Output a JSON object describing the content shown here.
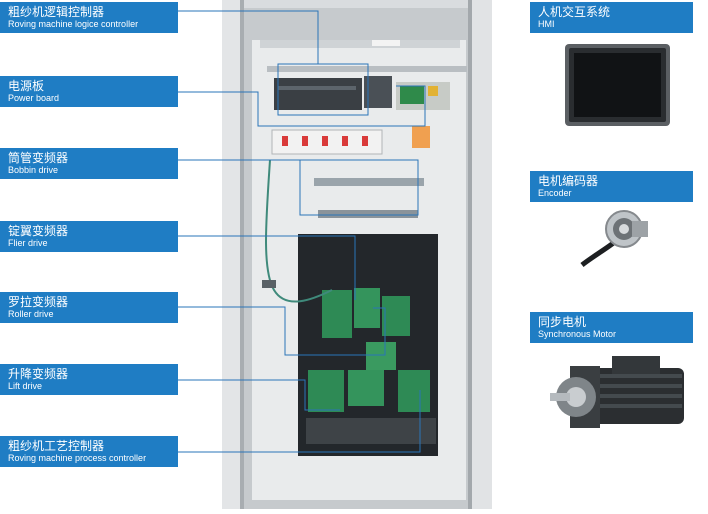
{
  "components_left": [
    {
      "zh": "粗纱机逻辑控制器",
      "en": "Roving machine logice controller"
    },
    {
      "zh": "电源板",
      "en": "Power board"
    },
    {
      "zh": "筒管变频器",
      "en": "Bobbin drive"
    },
    {
      "zh": "锭翼变频器",
      "en": "Flier drive"
    },
    {
      "zh": "罗拉变频器",
      "en": "Roller drive"
    },
    {
      "zh": "升降变频器",
      "en": "Lift drive"
    },
    {
      "zh": "粗纱机工艺控制器",
      "en": "Roving machine process controller"
    }
  ],
  "components_right": [
    {
      "zh": "人机交互系统",
      "en": "HMI"
    },
    {
      "zh": "电机编码器",
      "en": "Encoder"
    },
    {
      "zh": "同步电机",
      "en": "Synchronous Motor"
    }
  ],
  "colors": {
    "label_bg": "#1f7dc4",
    "label_text": "#ffffff",
    "connector": "#2a74b8"
  }
}
